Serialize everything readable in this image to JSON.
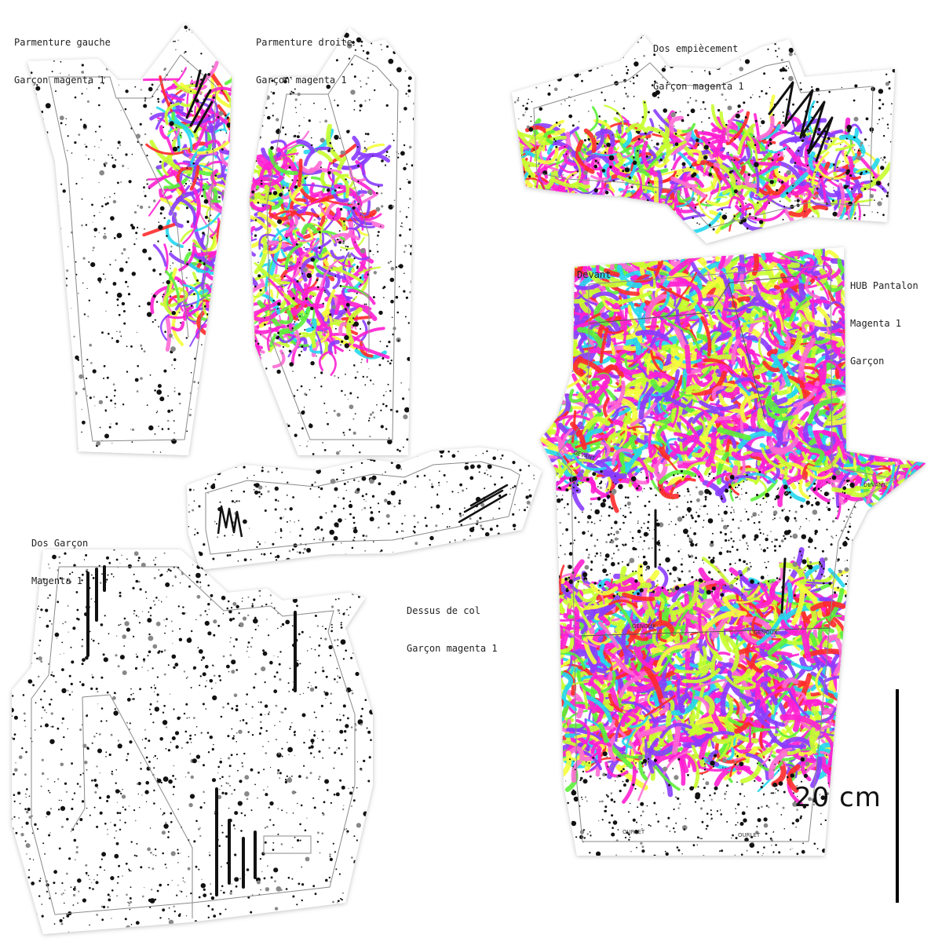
{
  "pieces": {
    "parmenture_gauche": {
      "line1": "Parmenture gauche",
      "line2": "Garçon magenta 1"
    },
    "parmenture_droite": {
      "line1": "Parmenture droite",
      "line2": "Garçon magenta 1"
    },
    "dos_empiecement": {
      "line1": "Dos empiècement",
      "line2": "Garçon magenta 1"
    },
    "devant": {
      "line1": "Devant"
    },
    "hub_pantalon": {
      "line1": "HUB Pantalon",
      "line2": "Magenta 1",
      "line3": "Garçon"
    },
    "dos_garcon": {
      "line1": "Dos Garçon",
      "line2": "Magenta 1"
    },
    "dessus_de_col": {
      "line1": "Dessus de col",
      "line2": "Garçon magenta 1"
    }
  },
  "pants_marks": {
    "devant_left": "DEVANT",
    "devant_right": "DEVANT",
    "genoux_left": "GENOUX",
    "genoux_right": "GENOUX",
    "ourlet_left": "OURLET",
    "ourlet_right": "OURLET"
  },
  "scale": {
    "label": "20 cm"
  },
  "colors": {
    "magenta": "#ff1fd2",
    "violet": "#8a3cff",
    "lime": "#c8ff2e",
    "yellow": "#f4ff3a",
    "cyan": "#22d7f0",
    "red": "#ff2a2a",
    "green": "#5cf03a",
    "pink": "#ff6ad5",
    "outline": "#8a8a8a"
  }
}
